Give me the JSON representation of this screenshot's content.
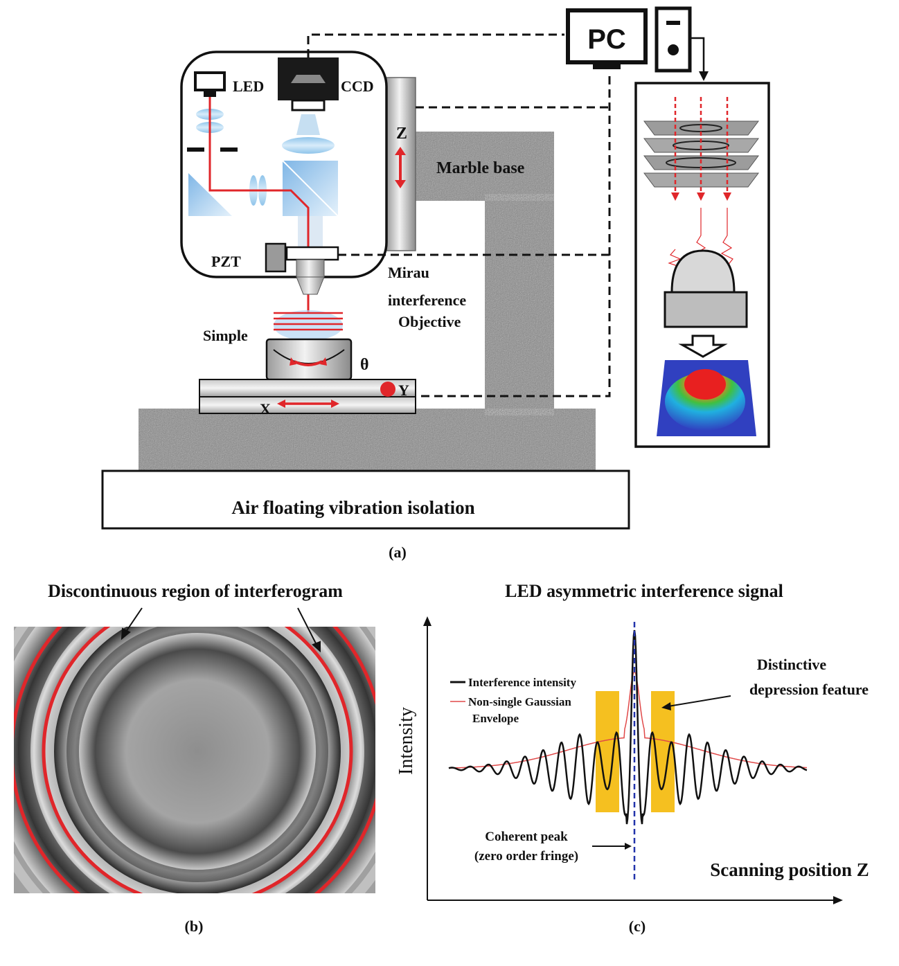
{
  "panel_a": {
    "pc_label": "PC",
    "led_label": "LED",
    "ccd_label": "CCD",
    "z_label": "Z",
    "marble_label": "Marble base",
    "pzt_label": "PZT",
    "mirau_label_1": "Mirau",
    "mirau_label_2": "interference",
    "mirau_label_3": "Objective",
    "simple_label": "Simple",
    "theta_label": "θ",
    "x_label": "X",
    "y_label": "Y",
    "base_label": "Air floating vibration isolation",
    "caption": "(a)"
  },
  "panel_b": {
    "title": "Discontinuous region of interferogram",
    "caption": "(b)"
  },
  "panel_c": {
    "title": "LED asymmetric interference signal",
    "ylabel": "Intensity",
    "xlabel": "Scanning position Z",
    "legend_1": "Interference intensity",
    "legend_2": "Non-single Gaussian",
    "legend_3": "Envelope",
    "depression_1": "Distinctive",
    "depression_2": "depression feature",
    "peak_1": "Coherent peak",
    "peak_2": "(zero order fringe)",
    "caption": "(c)"
  },
  "colors": {
    "laser": "#e0262a",
    "marble": "#8c8c8c",
    "highlight": "#f5c020",
    "envelope": "#e04848",
    "dashed_axis": "#2233aa"
  }
}
